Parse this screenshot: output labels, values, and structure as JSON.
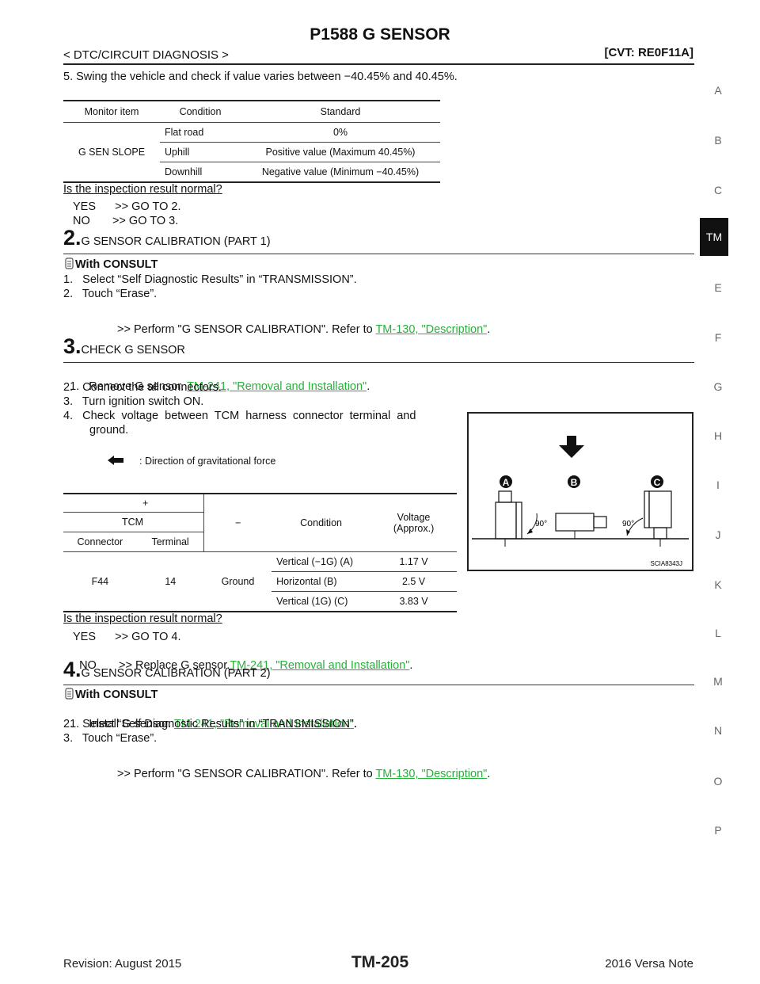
{
  "header": {
    "title": "P1588 G SENSOR",
    "section": "< DTC/CIRCUIT DIAGNOSIS >",
    "model": "[CVT: RE0F11A]"
  },
  "intro": {
    "step5": "5.   Swing the vehicle and check if value varies between −40.45% and 40.45%."
  },
  "table1": {
    "headers": [
      "Monitor item",
      "Condition",
      "Standard"
    ],
    "item": "G SEN SLOPE",
    "rows": [
      {
        "condition": "Flat road",
        "standard": "0%"
      },
      {
        "condition": "Uphill",
        "standard": "Positive value (Maximum 40.45%)"
      },
      {
        "condition": "Downhill",
        "standard": "Negative value (Minimum −40.45%)"
      }
    ]
  },
  "q1": {
    "question": "Is the inspection result normal?",
    "yes": "YES      >> GO TO 2.",
    "no": "NO       >> GO TO 3."
  },
  "step2": {
    "num": "2.",
    "title": "G SENSOR CALIBRATION (PART 1)",
    "consult": "With CONSULT",
    "items": [
      "1.   Select “Self Diagnostic Results” in “TRANSMISSION”.",
      "2.   Touch “Erase”."
    ],
    "result_text": ">> Perform \"G SENSOR CALIBRATION\". Refer to ",
    "result_link": "TM-130, \"Description\""
  },
  "step3": {
    "num": "3.",
    "title": "CHECK G SENSOR",
    "item1_text": "1.   Remove G sensor. ",
    "item1_link": "TM-241, \"Removal and Installation\"",
    "item2": "2.   Connect the all connectors.",
    "item3": "3.   Turn ignition switch ON.",
    "item4a": "4.   Check  voltage  between  TCM  harness  connector  terminal  and",
    "item4b": "ground.",
    "legend": ": Direction of gravitational force"
  },
  "table2": {
    "plus": "+",
    "minus": "−",
    "tcm": "TCM",
    "connector": "Connector",
    "terminal": "Terminal",
    "condition": "Condition",
    "voltage1": "Voltage",
    "voltage2": "(Approx.)",
    "conn_val": "F44",
    "term_val": "14",
    "ground": "Ground",
    "rows": [
      {
        "condition": "Vertical (−1G) (A)",
        "voltage": "1.17 V"
      },
      {
        "condition": "Horizontal (B)",
        "voltage": "2.5 V"
      },
      {
        "condition": "Vertical (1G) (C)",
        "voltage": "3.83 V"
      }
    ]
  },
  "figure": {
    "a": "A",
    "b": "B",
    "c": "C",
    "angle1": "90°",
    "angle2": "90°",
    "code": "SCIA8343J"
  },
  "q2": {
    "question": "Is the inspection result normal?",
    "yes": "YES      >> GO TO 4.",
    "no_text": "NO       >> Replace G sensor.",
    "no_link": "TM-241, \"Removal and Installation\""
  },
  "step4": {
    "num": "4.",
    "title": "G SENSOR CALIBRATION (PART 2)",
    "consult": "With CONSULT",
    "item1_text": "1.   Install G sensor. ",
    "item1_link": "TM-241, \"Removal and Installation\"",
    "item2": "2.   Select “Self Diagnostic Results” in “TRANSMISSION”.",
    "item3": "3.   Touch “Erase”.",
    "result_text": ">> Perform \"G SENSOR CALIBRATION\". Refer to ",
    "result_link": "TM-130, \"Description\""
  },
  "sidebar": {
    "letters": [
      "A",
      "B",
      "C",
      "TM",
      "E",
      "F",
      "G",
      "H",
      "I",
      "J",
      "K",
      "L",
      "M",
      "N",
      "O",
      "P"
    ]
  },
  "footer": {
    "revision": "Revision: August 2015",
    "page": "TM-205",
    "vehicle": "2016 Versa Note"
  }
}
